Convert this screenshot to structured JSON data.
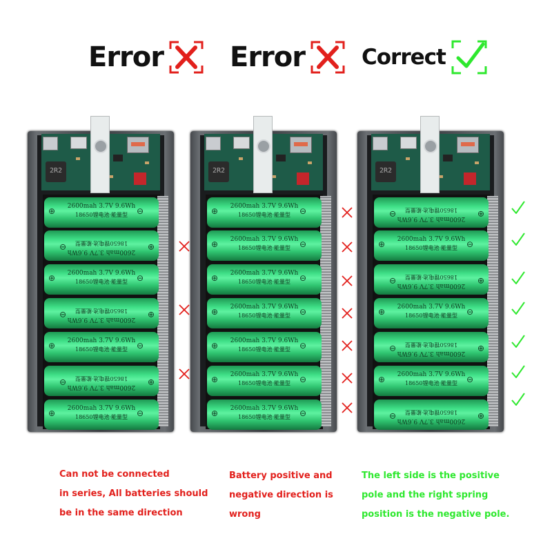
{
  "headings": [
    {
      "label": "Error",
      "icon": "x-box-icon"
    },
    {
      "label": "Error",
      "icon": "x-box-icon"
    },
    {
      "label": "Correct",
      "icon": "check-box-icon"
    }
  ],
  "cell_label": {
    "line1": "2600mah  3.7V  9.6Wh",
    "line2": "18650锂电池·能量型"
  },
  "pcb_label": "2R2",
  "panels": [
    {
      "flipped": [
        false,
        true,
        false,
        true,
        false,
        true,
        false
      ],
      "marks": {
        "type": "cross",
        "count": 3
      }
    },
    {
      "flipped": [
        false,
        false,
        false,
        false,
        false,
        false,
        false
      ],
      "marks": {
        "type": "cross",
        "count": 7
      }
    },
    {
      "flipped": [
        true,
        false,
        true,
        false,
        true,
        false,
        true
      ],
      "marks": {
        "type": "check",
        "count": 7
      }
    }
  ],
  "captions": [
    [
      "Can not be connected",
      "in series, All batteries should",
      "be in the same direction"
    ],
    [
      "Battery positive and",
      "negative direction is",
      "wrong"
    ],
    [
      "The left side is the positive",
      "pole and the right spring",
      "position is the negative pole."
    ]
  ],
  "colors": {
    "error": "#e2201c",
    "correct": "#2ee82e",
    "cell": "#3fdf87",
    "case": "#4a4d51"
  }
}
